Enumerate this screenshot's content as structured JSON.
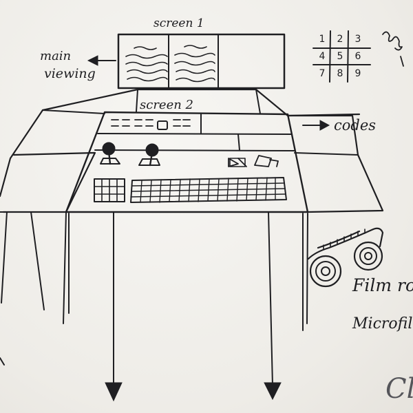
{
  "labels": {
    "screen1": "screen 1",
    "screen2": "screen 2",
    "main_line1": "main",
    "main_line2": "viewing",
    "codes": "codes",
    "film": "Film ro",
    "microfilm": "Microfil",
    "corner": "Cl"
  },
  "keypad": [
    "1",
    "2",
    "3",
    "4",
    "5",
    "6",
    "7",
    "8",
    "9"
  ]
}
